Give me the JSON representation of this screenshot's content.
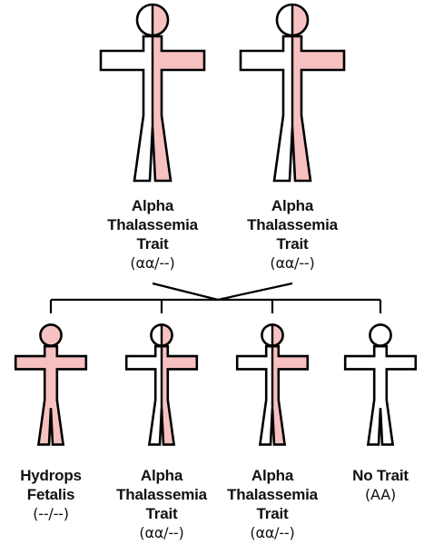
{
  "colors": {
    "affected": "#f8c1c1",
    "outline": "#000000",
    "background": "#ffffff"
  },
  "parents": [
    {
      "lines": [
        "Alpha",
        "Thalassemia",
        "Trait"
      ],
      "genotype": "(αα/--)",
      "fill": "half"
    },
    {
      "lines": [
        "Alpha",
        "Thalassemia",
        "Trait"
      ],
      "genotype": "(αα/--)",
      "fill": "half"
    }
  ],
  "children": [
    {
      "lines": [
        "Hydrops",
        "Fetalis"
      ],
      "genotype": "(--/--)",
      "fill": "full"
    },
    {
      "lines": [
        "Alpha",
        "Thalassemia",
        "Trait"
      ],
      "genotype": "(αα/--)",
      "fill": "half"
    },
    {
      "lines": [
        "Alpha",
        "Thalassemia",
        "Trait"
      ],
      "genotype": "(αα/--)",
      "fill": "half"
    },
    {
      "lines": [
        "No Trait"
      ],
      "genotype": "(AA)",
      "fill": "none"
    }
  ]
}
